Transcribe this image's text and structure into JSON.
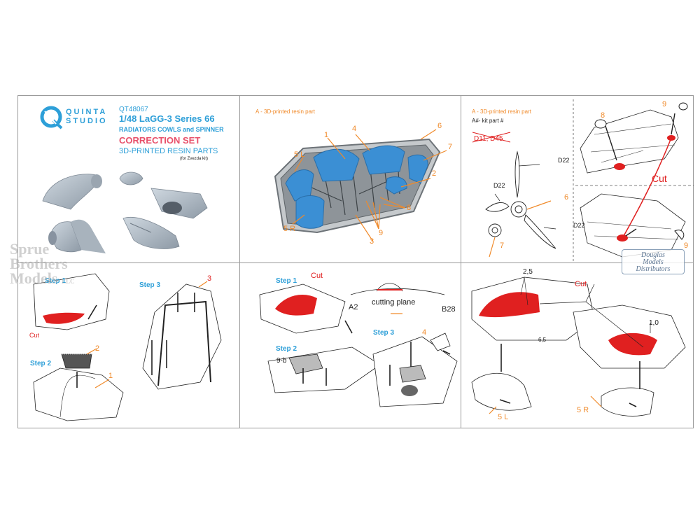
{
  "header": {
    "brand_line1": "QUINTA",
    "brand_line2": "STUDIO",
    "code": "QT48067",
    "title": "1/48 LaGG-3 Series 66",
    "subtitle": "RADIATORS COWLS and SPINNER",
    "correction": "CORRECTION SET",
    "resin": "3D-PRINTED RESIN PARTS",
    "for_kit": "(for Zvezda kit)"
  },
  "panel_parts": {
    "legend": "A - 3D-printed resin part",
    "labels": [
      "1",
      "4",
      "6",
      "7",
      "5 L",
      "2",
      "8",
      "5 R",
      "9",
      "3"
    ]
  },
  "panel_prop": {
    "legend_a": "A - 3D-printed resin part",
    "legend_kit": "A#- kit part #",
    "removed": "D11, D45",
    "d22_top": "D22",
    "d22_left": "D22",
    "d22_right": "D22",
    "six": "6",
    "seven": "7",
    "eight": "8",
    "nine_top": "9",
    "nine_bottom": "9",
    "cut": "Cut"
  },
  "panel_step_left": {
    "step1": "Step 1",
    "step2": "Step 2",
    "step3": "Step 3",
    "cut": "Cut",
    "n1": "1",
    "n2": "2",
    "n3": "3"
  },
  "panel_step_mid": {
    "step1": "Step 1",
    "step2": "Step 2",
    "step3": "Step 3",
    "cut": "Cut",
    "cutting_plane": "cutting plane",
    "a2": "A2",
    "b28": "B28",
    "n4": "4",
    "n9b": "9-b"
  },
  "panel_step_right": {
    "cut": "Cut",
    "dim25": "2,5",
    "dim65": "6,5",
    "dim10": "1,0",
    "n5l": "5 L",
    "n5r": "5 R"
  },
  "watermarks": {
    "sbm_l1": "Sprue",
    "sbm_l2": "Brothers",
    "sbm_l3": "Models",
    "sbm_llc": "LLC",
    "dm_l1": "Douglas",
    "dm_l2": "Models",
    "dm_l3": "Distributors"
  },
  "colors": {
    "resin_blue": "#3b8fd4",
    "title_blue": "#2d9fd8",
    "label_orange": "#f08a2a",
    "cut_red": "#e02020",
    "correction_red": "#e8506a"
  }
}
